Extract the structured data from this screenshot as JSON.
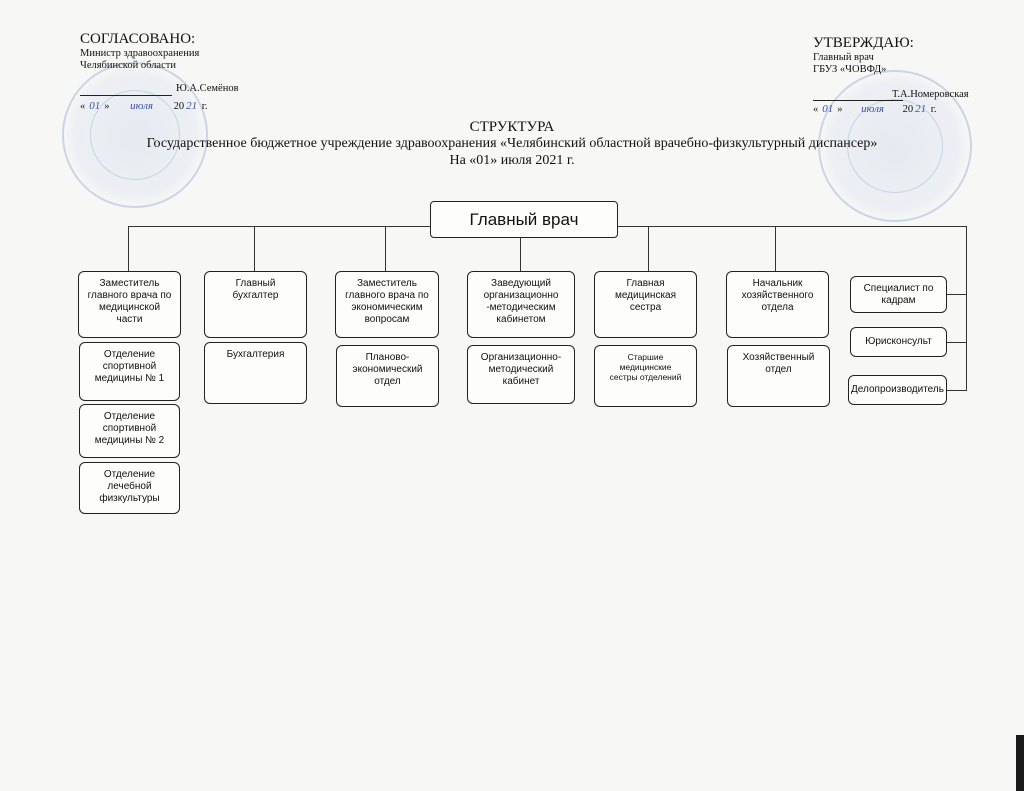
{
  "approval_left": {
    "heading": "СОГЛАСОВАНО:",
    "line1": "Министр здравоохранения",
    "line2": "Челябинской области",
    "signer": "Ю.А.Семёнов",
    "date_prefix": "«",
    "date_day": "01",
    "date_mid": "»",
    "date_month": "июля",
    "date_year_prefix": "20",
    "date_year": "21",
    "date_suffix": "г."
  },
  "approval_right": {
    "heading": "УТВЕРЖДАЮ:",
    "line1": "Главный врач",
    "line2": "ГБУЗ «ЧОВФД»",
    "signer": "Т.А.Номеровская",
    "date_prefix": "«",
    "date_day": "01",
    "date_mid": "»",
    "date_month": "июля",
    "date_year_prefix": "20",
    "date_year": "21",
    "date_suffix": "г."
  },
  "title": {
    "line1": "СТРУКТУРА",
    "line2": "Государственное бюджетное учреждение здравоохранения «Челябинский областной врачебно-физкультурный диспансер»",
    "line3": "На «01» июля 2021 г."
  },
  "chart": {
    "root": "Главный врач",
    "columns": [
      {
        "head": "Заместитель\nглавного врача по\nмедицинской\nчасти",
        "children": [
          "Отделение\nспортивной\nмедицины № 1",
          "Отделение\nспортивной\nмедицины № 2",
          "Отделение\nлечебной\nфизкультуры"
        ]
      },
      {
        "head": "Главный\nбухгалтер",
        "children": [
          "Бухгалтерия"
        ]
      },
      {
        "head": "Заместитель\nглавного врача по\nэкономическим\nвопросам",
        "children": [
          "Планово-\nэкономический\nотдел"
        ]
      },
      {
        "head": "Заведующий\nорганизационно\n-методическим\nкабинетом",
        "children": [
          "Организационно-\nметодический\nкабинет"
        ]
      },
      {
        "head": "Главная\nмедицинская\nсестра",
        "children": [
          "Старшие\nмедицинские\nсестры отделений"
        ]
      },
      {
        "head": "Начальник\nхозяйственного\nотдела",
        "children": [
          "Хозяйственный\nотдел"
        ]
      }
    ],
    "staff": [
      "Специалист по\nкадрам",
      "Юрисконсульт",
      "Делопроизводитель"
    ]
  }
}
